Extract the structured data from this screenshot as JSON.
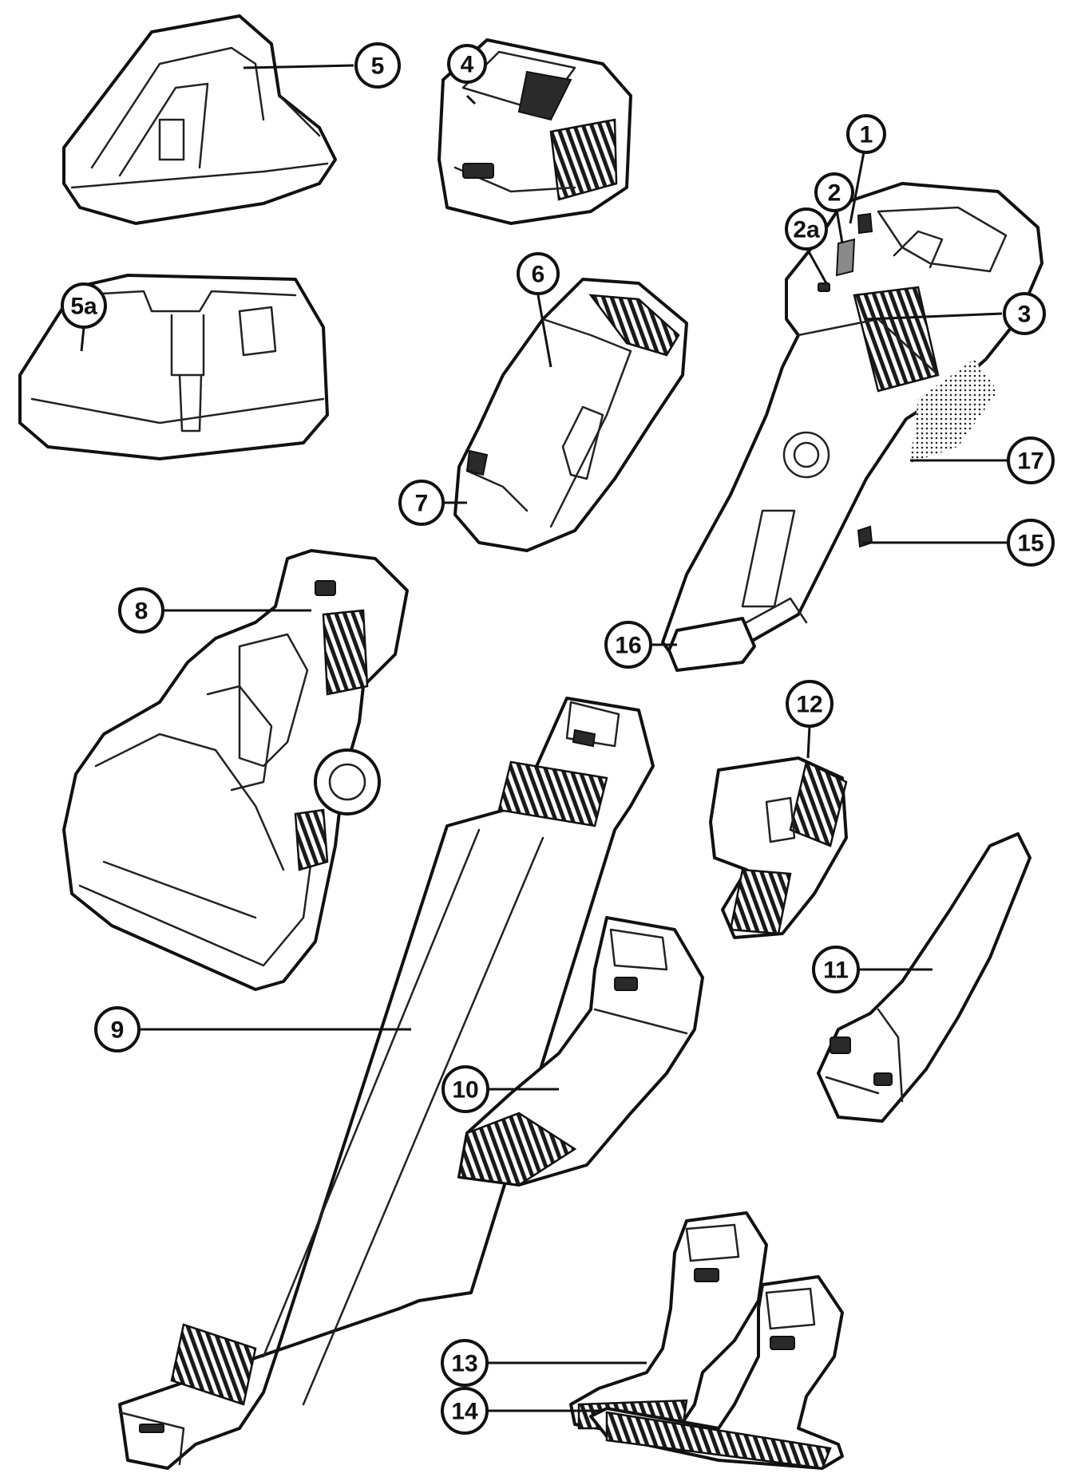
{
  "callouts": [
    {
      "id": "c1",
      "label": "1"
    },
    {
      "id": "c2",
      "label": "2"
    },
    {
      "id": "c2a",
      "label": "2a"
    },
    {
      "id": "c3",
      "label": "3"
    },
    {
      "id": "c4",
      "label": "4"
    },
    {
      "id": "c5",
      "label": "5"
    },
    {
      "id": "c5a",
      "label": "5a"
    },
    {
      "id": "c6",
      "label": "6"
    },
    {
      "id": "c7",
      "label": "7"
    },
    {
      "id": "c8",
      "label": "8"
    },
    {
      "id": "c9",
      "label": "9"
    },
    {
      "id": "c10",
      "label": "10"
    },
    {
      "id": "c11",
      "label": "11"
    },
    {
      "id": "c12",
      "label": "12"
    },
    {
      "id": "c13",
      "label": "13"
    },
    {
      "id": "c14",
      "label": "14"
    },
    {
      "id": "c15",
      "label": "15"
    },
    {
      "id": "c16",
      "label": "16"
    },
    {
      "id": "c17",
      "label": "17"
    }
  ]
}
